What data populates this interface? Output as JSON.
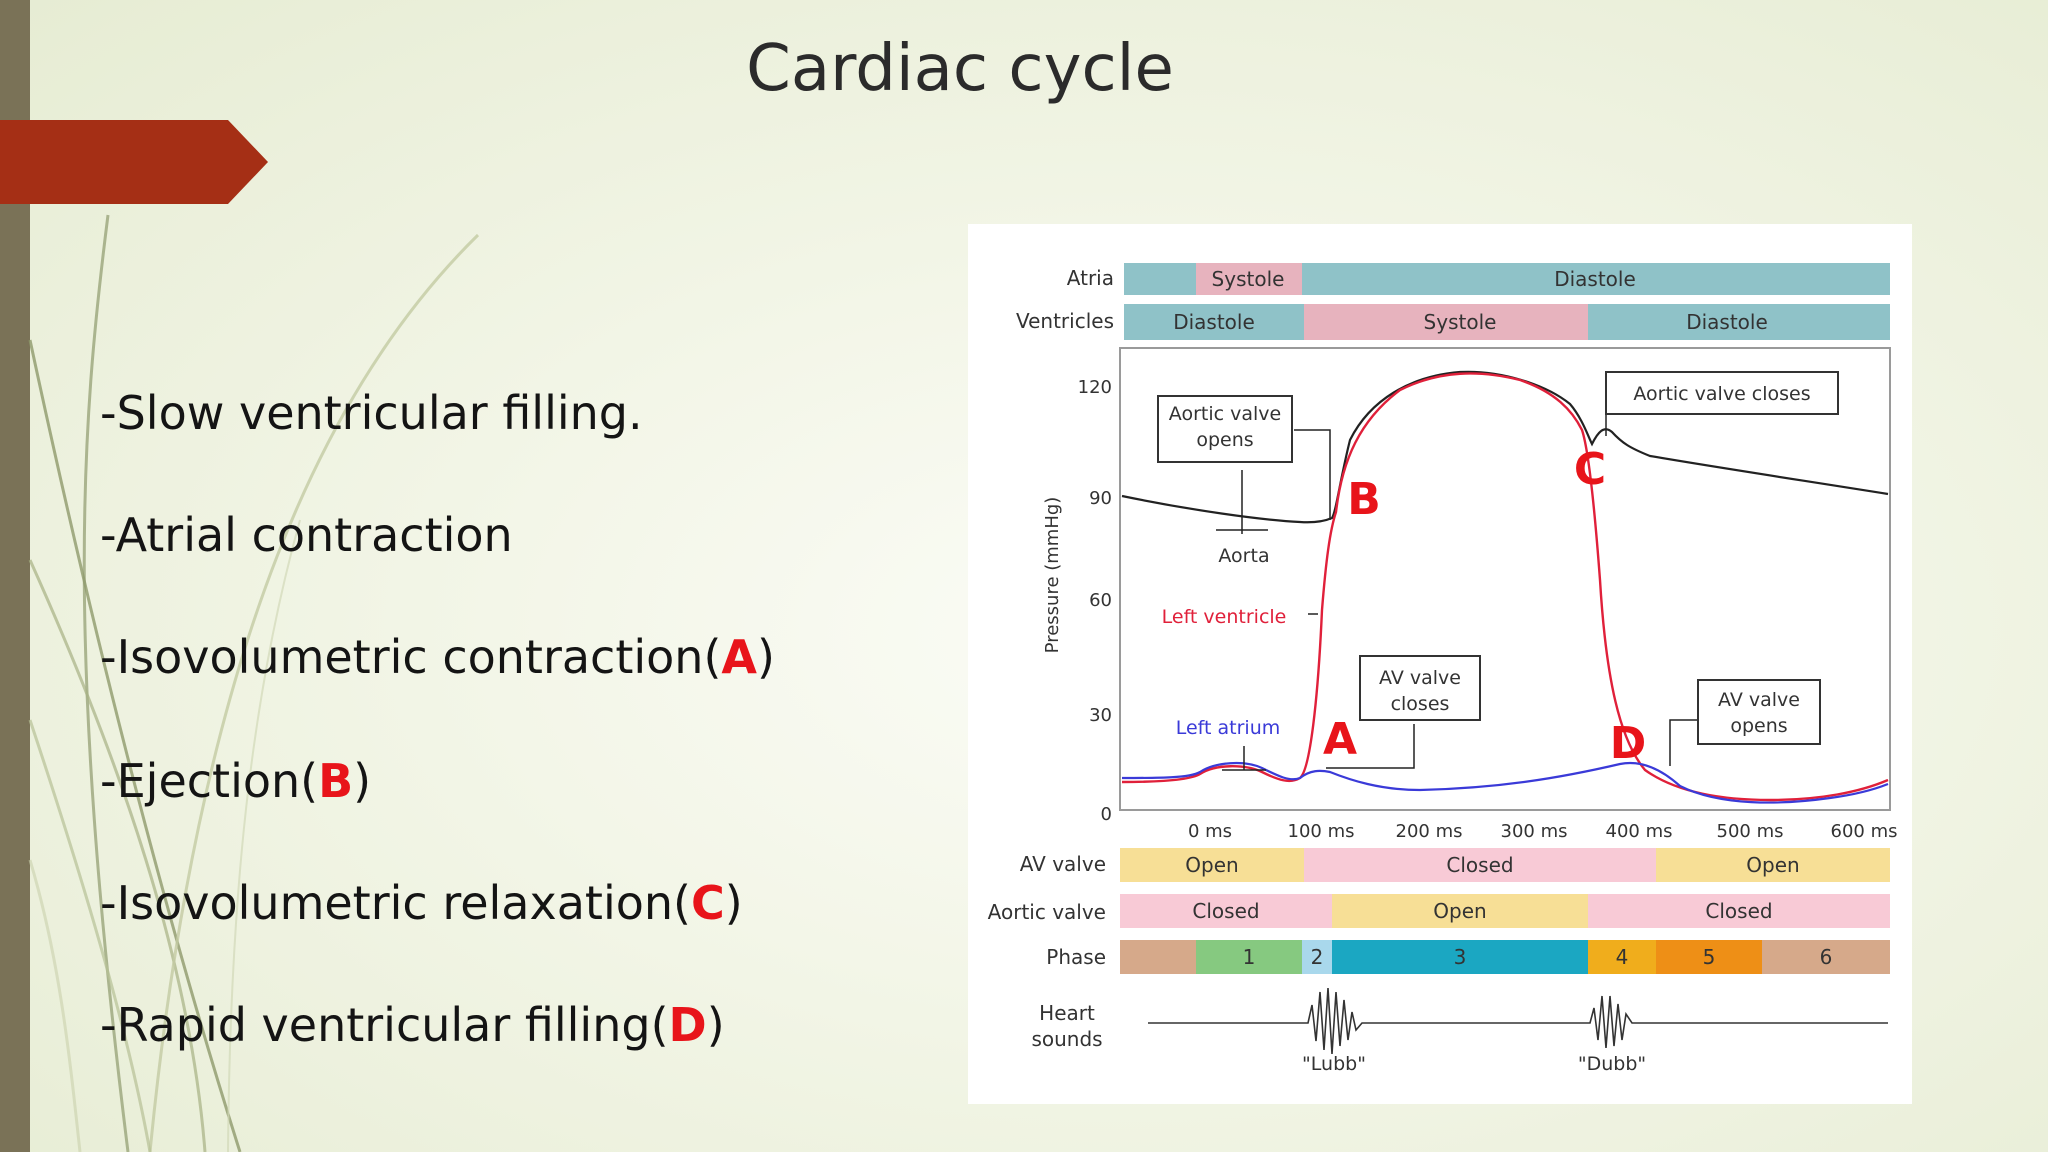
{
  "slide": {
    "title": "Cardiac cycle",
    "bullets": [
      {
        "text": "-Slow ventricular filling.",
        "mark": "",
        "close": ""
      },
      {
        "text": "-Atrial contraction",
        "mark": "",
        "close": ""
      },
      {
        "text": "-Isovolumetric contraction(",
        "mark": "A",
        "close": ")"
      },
      {
        "text": "-Ejection(",
        "mark": "B",
        "close": ")"
      },
      {
        "text": "-Isovolumetric relaxation(",
        "mark": "C",
        "close": ")"
      },
      {
        "text": "-Rapid ventricular filling(",
        "mark": "D",
        "close": ")"
      }
    ],
    "colors": {
      "accent_red": "#a52f15",
      "side_bar": "#7a7257",
      "marker_red": "#e8141a",
      "systole_pink": "#e7b3be",
      "diastole_teal": "#8fc2c8",
      "open_yellow": "#f7df96",
      "closed_pink": "#f8cad6"
    }
  },
  "figure": {
    "rows": {
      "atria_label": "Atria",
      "ventricles_label": "Ventricles",
      "av_valve_label": "AV valve",
      "aortic_valve_label": "Aortic valve",
      "phase_label": "Phase",
      "heart_sounds_label_1": "Heart",
      "heart_sounds_label_2": "sounds"
    },
    "atria": {
      "systole": "Systole",
      "diastole": "Diastole"
    },
    "ventricles": {
      "diastole_1": "Diastole",
      "systole": "Systole",
      "diastole_2": "Diastole"
    },
    "av_valve": {
      "open_1": "Open",
      "closed": "Closed",
      "open_2": "Open"
    },
    "aortic_valve": {
      "closed_1": "Closed",
      "open": "Open",
      "closed_2": "Closed"
    },
    "phases": [
      "1",
      "2",
      "3",
      "4",
      "5",
      "6"
    ],
    "sounds": {
      "lubb": "\"Lubb\"",
      "dubb": "\"Dubb\""
    },
    "callouts": {
      "aortic_opens_1": "Aortic valve",
      "aortic_opens_2": "opens",
      "aortic_closes": "Aortic valve closes",
      "av_closes_1": "AV valve",
      "av_closes_2": "closes",
      "av_opens_1": "AV valve",
      "av_opens_2": "opens",
      "aorta": "Aorta",
      "left_ventricle": "Left ventricle",
      "left_atrium": "Left atrium"
    },
    "markers": {
      "a": "A",
      "b": "B",
      "c": "C",
      "d": "D"
    },
    "y_axis_label": "Pressure (mmHg)",
    "y_ticks": [
      "120",
      "90",
      "60",
      "30",
      "0"
    ],
    "x_ticks": [
      "0 ms",
      "100 ms",
      "200 ms",
      "300 ms",
      "400 ms",
      "500 ms",
      "600 ms"
    ]
  }
}
